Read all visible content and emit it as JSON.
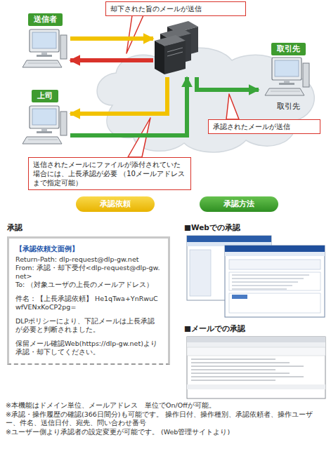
{
  "diagram": {
    "nodes": [
      {
        "text": [
          "送信者"
        ]
      },
      {
        "text": [
          "上司"
        ]
      },
      {
        "text": []
      },
      {
        "text": [
          "取引先",
          "取引先"
        ]
      },
      {
        "text": [
          "却下された旨のメールが送信"
        ]
      },
      {
        "text": [
          "承認されたメールが送信"
        ]
      },
      {
        "text": [
          "送信されたメールにファイルが添付されていた場合には、上長承認が必要 （10メールアドレスまで指定可能）"
        ]
      },
      {
        "text": [
          "承認依頼"
        ]
      },
      {
        "text": [
          "承認方法"
        ]
      },
      {
        "text": [
          "承認",
          "【承認依頼文面例】",
          "Return-Path: dlp-request@dlp-gw.net",
          "From: 承認・却下受付<dlp-request@dlp-gw.net>",
          "To: （対象ユーザの上長のメールアドレス）",
          "件名：【上長承認依頼】 He1qTwa+YnRwuCwfVENxKoCP2pg=",
          "DLPポリシーにより、下記メールは上長承認が必要と判断されました。",
          "保留メール確認Web(https://dlp-gw.net)より承認・却下してください。"
        ]
      }
    ],
    "edges": [
      {
        "from": 0,
        "to": 2,
        "arrow": "to"
      },
      {
        "from": 2,
        "to": 0,
        "arrow": "to"
      },
      {
        "from": 2,
        "to": 1,
        "arrow": "to"
      },
      {
        "from": 1,
        "to": 2,
        "arrow": "to"
      },
      {
        "from": 2,
        "to": 3,
        "arrow": "to"
      }
    ],
    "labels": [
      "■Webでの承認",
      "■メールでの承認",
      "※本機能はドメイン単位、メールアドレス　単位でOn/Offが可能。",
      "※承認・操作履歴の確認(366日間分)も可能です。 操作日付、操作種別、承認依頼者、操作ユーザー、件名、送信日付、宛先、問い合わせ番号",
      "※ユーザー側より承認者の設定変更が可能です。 (Web管理サイトより)"
    ]
  }
}
